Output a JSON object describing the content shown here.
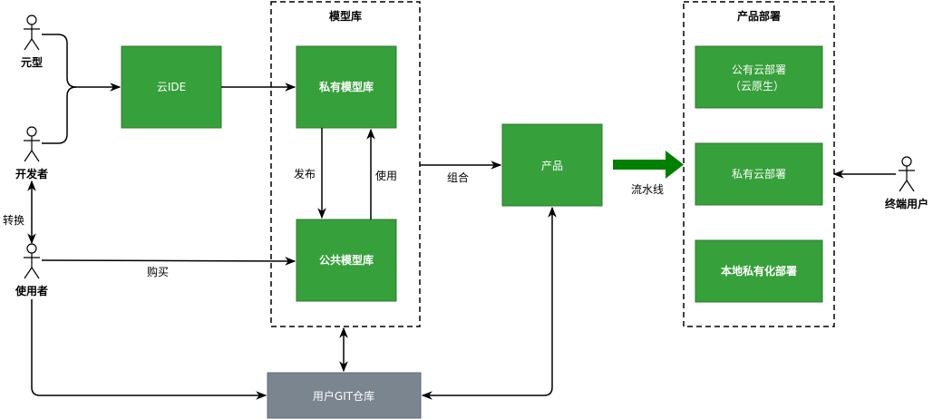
{
  "actors": {
    "prototype": "元型",
    "developer": "开发者",
    "user": "使用者",
    "end_user": "终端用户"
  },
  "containers": {
    "model_repo": "模型库",
    "product_deploy": "产品部署"
  },
  "boxes": {
    "cloud_ide": "云IDE",
    "private_model_repo": "私有模型库",
    "public_model_repo": "公共模型库",
    "product": "产品",
    "git_repo": "用户GIT仓库",
    "public_cloud_deploy": [
      "公有云部署",
      "（云原生）"
    ],
    "private_cloud_deploy": "私有云部署",
    "local_private_deploy": "本地私有化部署"
  },
  "edges": {
    "publish": "发布",
    "use": "使用",
    "combine": "组合",
    "pipeline": "流水线",
    "convert": "转换",
    "purchase": "购买"
  },
  "colors": {
    "box_fill": "#36a03a",
    "box_stroke": "#2d7a2d",
    "git_fill": "#7a8590",
    "pipeline_arrow": "#008000"
  }
}
